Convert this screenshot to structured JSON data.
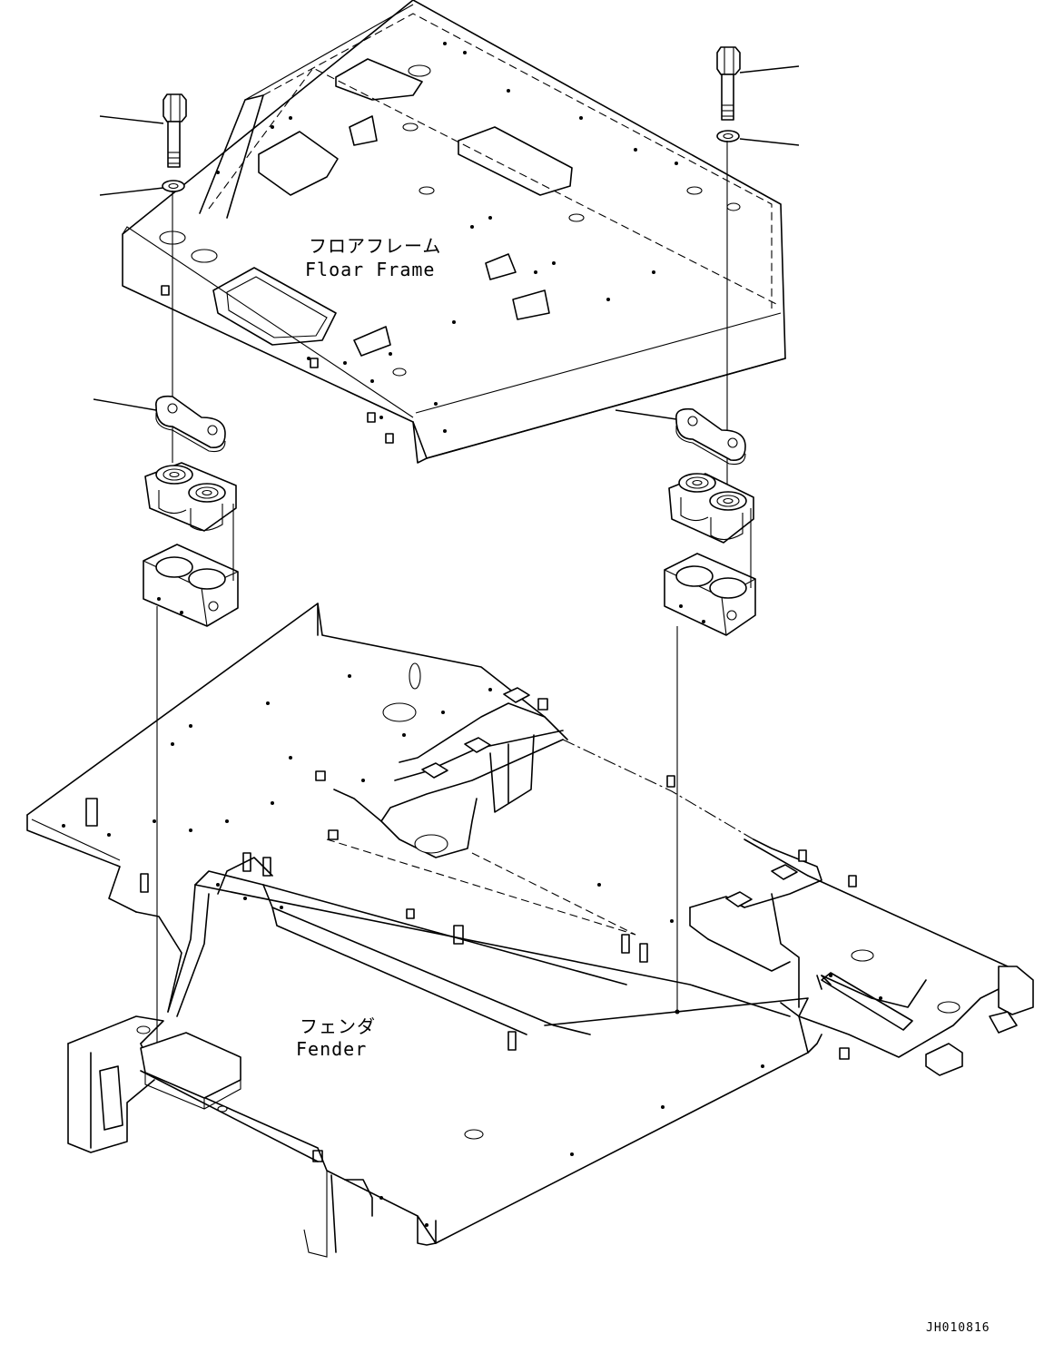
{
  "labels": {
    "floor_frame_jp": "フロアフレーム",
    "floor_frame_en": "Floar Frame",
    "fender_jp": "フェンダ",
    "fender_en": "Fender"
  },
  "drawing_code": "JH010816"
}
